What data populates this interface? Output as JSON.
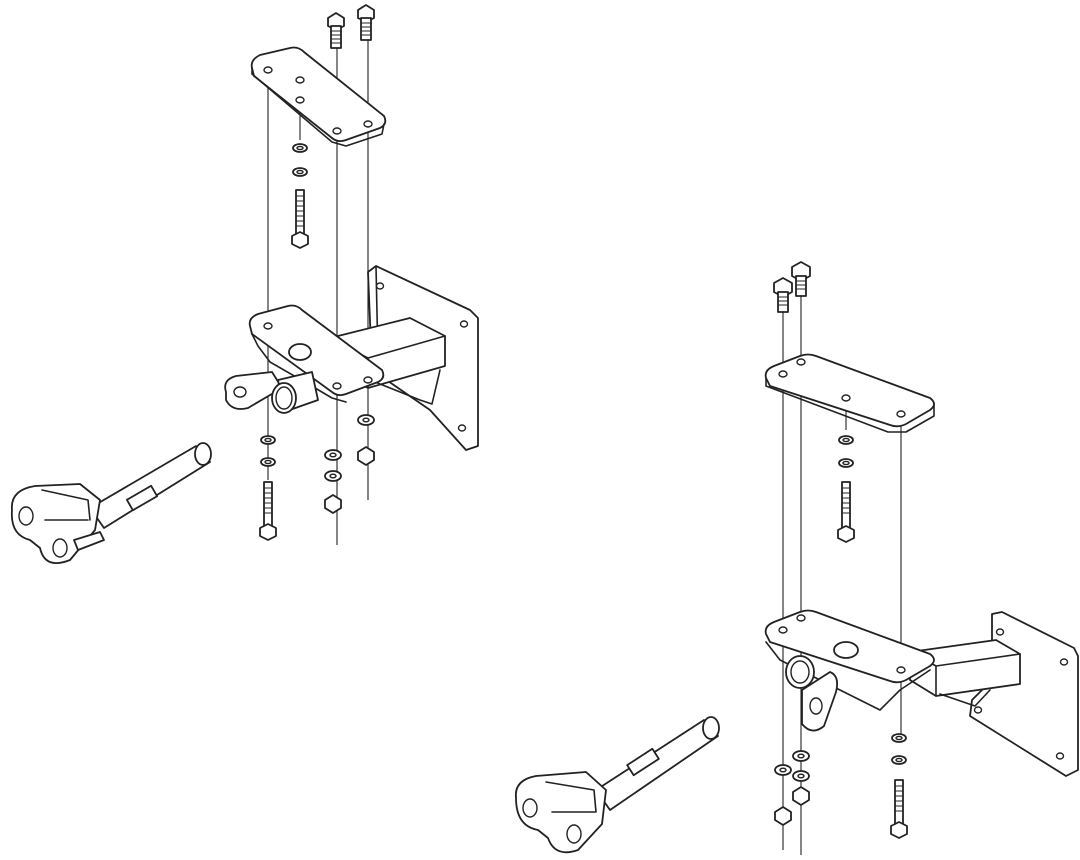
{
  "diagram": {
    "type": "exploded-assembly-drawing",
    "line_color": "#222222",
    "background": "#ffffff",
    "assemblies": [
      {
        "name": "left-hitch-bracket-assembly"
      },
      {
        "name": "right-hitch-bracket-assembly"
      }
    ]
  }
}
